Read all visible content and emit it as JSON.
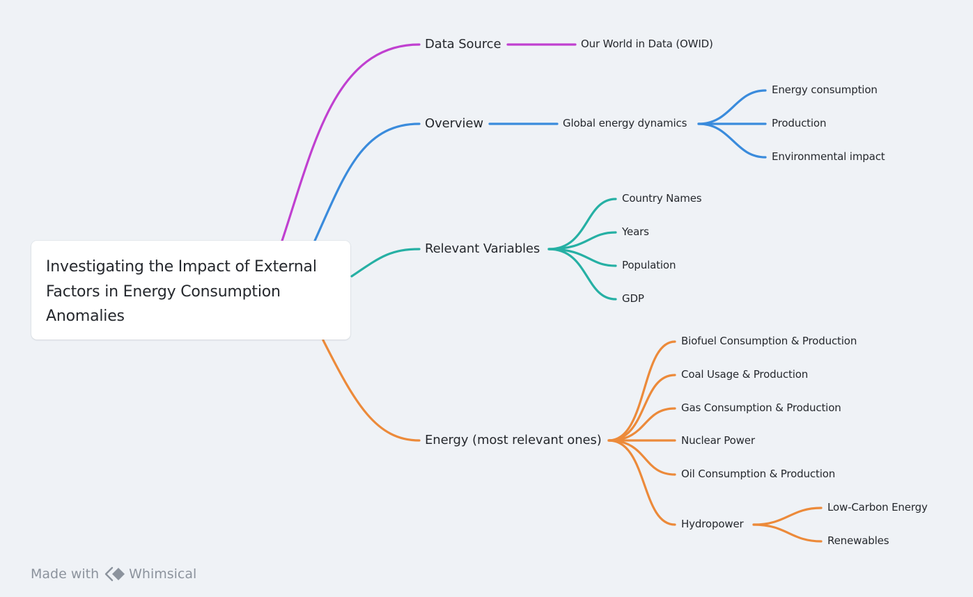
{
  "colors": {
    "background": "#eff2f6",
    "data_source": "#c040d0",
    "overview": "#3a8bdc",
    "relevant_variables": "#26b0a4",
    "energy": "#ec8a3a",
    "text": "#25282d",
    "watermark": "#8c939d"
  },
  "mindmap": {
    "root": "Investigating the Impact of External Factors in Energy Consumption Anomalies",
    "branches": {
      "data_source": {
        "label": "Data Source",
        "children": [
          "Our World in Data (OWID)"
        ]
      },
      "overview": {
        "label": "Overview",
        "child": "Global energy dynamics",
        "grandchildren": [
          "Energy consumption",
          "Production",
          "Environmental impact"
        ]
      },
      "relevant_variables": {
        "label": "Relevant Variables",
        "children": [
          "Country Names",
          "Years",
          "Population",
          "GDP"
        ]
      },
      "energy": {
        "label": "Energy (most relevant ones)",
        "children": [
          "Biofuel Consumption & Production",
          "Coal Usage & Production",
          "Gas Consumption & Production",
          "Nuclear Power",
          "Oil Consumption & Production",
          "Hydropower"
        ],
        "hydropower_children": [
          "Low-Carbon Energy",
          "Renewables"
        ]
      }
    }
  },
  "footer": {
    "made_with": "Made with",
    "brand": "Whimsical",
    "logo_icon": "whimsical-logo-icon"
  }
}
